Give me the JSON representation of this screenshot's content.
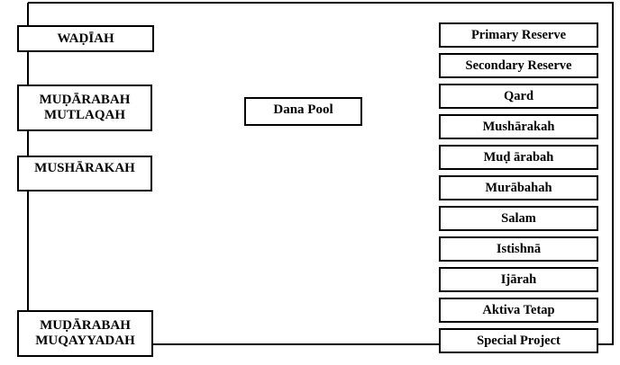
{
  "left_sources": {
    "wadiah": "WAḌĪAH",
    "mudarabah_mutlaqah_line1": "MUḌĀRABAH",
    "mudarabah_mutlaqah_line2": "MUTLAQAH",
    "musharakah": "MUSHĀRAKAH",
    "mudarabah_muqayyadah_line1": "MUḌĀRABAH",
    "mudarabah_muqayyadah_line2": "MUQAYYADAH"
  },
  "center": {
    "pool": "Dana Pool"
  },
  "right_uses": [
    "Primary Reserve",
    "Secondary Reserve",
    "Qard",
    "Mushārakah",
    "Muḍ ārabah",
    "Murābahah",
    "Salam",
    "Istishnā",
    "Ijārah",
    "Aktiva Tetap",
    "Special Project"
  ],
  "colors": {
    "stroke": "#000000",
    "fill": "#ffffff"
  }
}
